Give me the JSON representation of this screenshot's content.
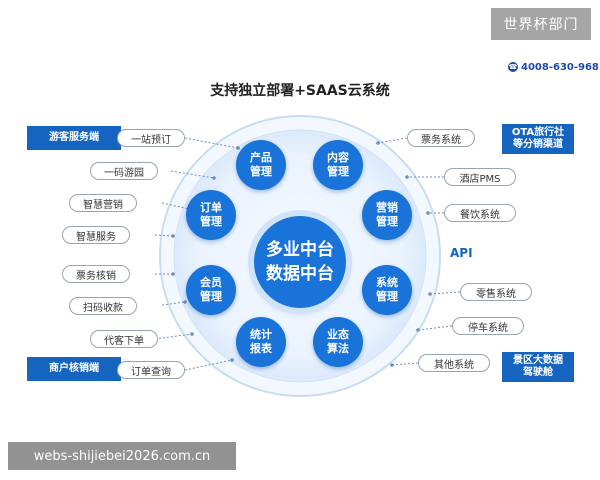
{
  "watermark": "世界杯部门",
  "phone": "4008-630-968",
  "title": "支持独立部署+SAAS云系统",
  "center": {
    "line1": "多业中台",
    "line2": "数据中台"
  },
  "api": "API",
  "nodes": [
    {
      "l1": "产品",
      "l2": "管理"
    },
    {
      "l1": "内容",
      "l2": "管理"
    },
    {
      "l1": "营销",
      "l2": "管理"
    },
    {
      "l1": "系统",
      "l2": "管理"
    },
    {
      "l1": "业态",
      "l2": "算法"
    },
    {
      "l1": "统计",
      "l2": "报表"
    },
    {
      "l1": "会员",
      "l2": "管理"
    },
    {
      "l1": "订单",
      "l2": "管理"
    }
  ],
  "left_pills": [
    "一站预订",
    "一码游园",
    "智慧营销",
    "智慧服务",
    "票务核销",
    "扫码收款",
    "代客下单",
    "订单查询"
  ],
  "right_pills": [
    "票务系统",
    "酒店PMS",
    "餐饮系统",
    "零售系统",
    "停车系统",
    "其他系统"
  ],
  "tags": {
    "visitor": "游客服务端",
    "merchant": "商户核销端",
    "ota": "OTA旅行社\n等分销渠道",
    "cockpit": "景区大数据\n驾驶舱"
  },
  "footer": "webs-shijiebei2026.com.cn"
}
